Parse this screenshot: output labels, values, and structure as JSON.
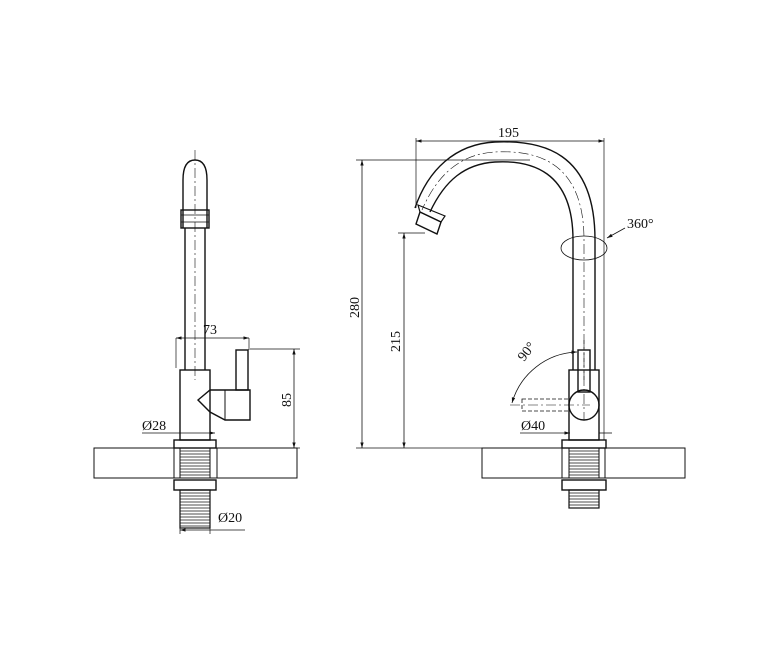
{
  "drawing": {
    "side_view": {
      "overhang": "73",
      "body_height": "85",
      "body_diameter": "Ø28",
      "thread_diameter": "Ø20"
    },
    "front_view": {
      "spout_reach": "195",
      "total_height": "280",
      "spout_height": "215",
      "swivel_angle": "360°",
      "lever_angle": "90°",
      "base_diameter": "Ø40"
    }
  }
}
